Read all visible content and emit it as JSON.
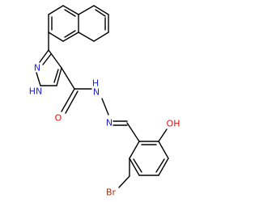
{
  "colors": {
    "bond": "#000000",
    "nitrogen": "#2222dd",
    "oxygen": "#dd1111",
    "bromine": "#993311",
    "background": "#ffffff"
  },
  "atom_labels": {
    "nitrogen_ring": "N",
    "nh_ring": "HN",
    "nh_hydrazide": "H",
    "n_hydrazide": "N",
    "n_imine": "N",
    "oxygen_carbonyl": "O",
    "hydroxyl": "OH",
    "bromine": "Br"
  }
}
